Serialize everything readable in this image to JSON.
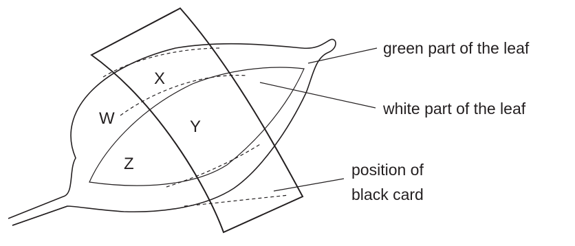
{
  "regions": {
    "w": "W",
    "x": "X",
    "y": "Y",
    "z": "Z"
  },
  "labels": {
    "green_part": "green part of the leaf",
    "white_part": "white part of the leaf",
    "card_line1": "position of",
    "card_line2": "black card"
  },
  "colors": {
    "ink": "#231f20",
    "background": "#ffffff"
  }
}
